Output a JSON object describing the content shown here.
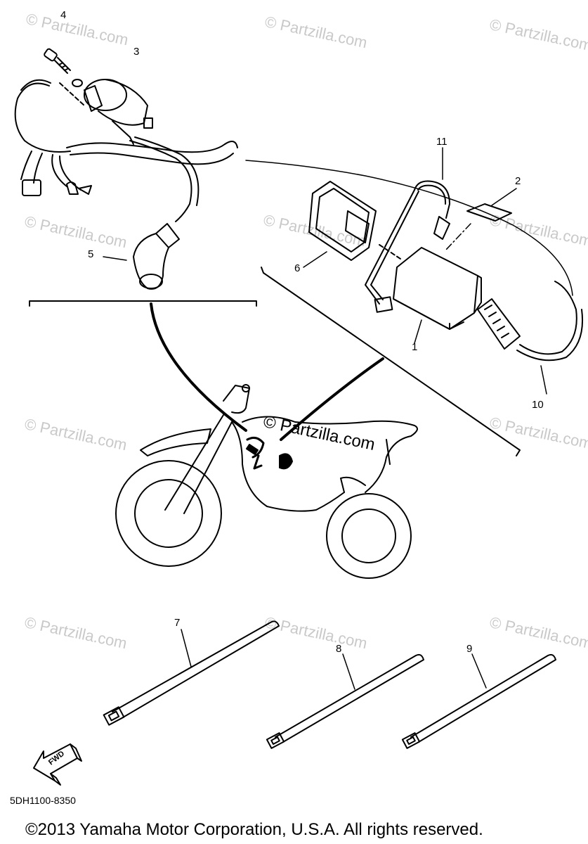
{
  "callouts": {
    "c1": "1",
    "c2": "2",
    "c3": "3",
    "c4": "4",
    "c5": "5",
    "c6": "6",
    "c7": "7",
    "c8": "8",
    "c9": "9",
    "c10": "10",
    "c11": "11"
  },
  "watermark": {
    "small": "© Partzilla.com",
    "main": "© Partzilla.com"
  },
  "fwd_label": "FWD",
  "diagram_code": "5DH1100-8350",
  "copyright": "©2013  Yamaha Motor Corporation, U.S.A. All rights reserved.",
  "colors": {
    "line": "#000000",
    "watermark": "#c9c9c9",
    "background": "#ffffff"
  }
}
